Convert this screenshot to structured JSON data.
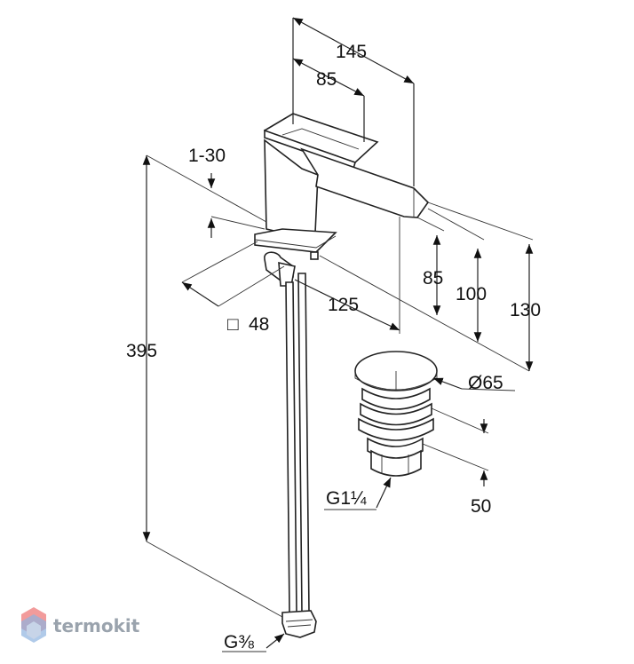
{
  "dimensions": {
    "overall_reach": "145",
    "lever_length": "85",
    "deck_thickness": "1-30",
    "spout_reach": "125",
    "base_size": "48",
    "base_size_symbol": "□",
    "total_length": "395",
    "spout_height": "85",
    "spout_outlet_height": "100",
    "total_height": "130",
    "waste_diameter": "Ø65",
    "waste_height": "50",
    "waste_thread": "G1¼",
    "hose_thread": "G⅜"
  },
  "watermark": {
    "brand": "termokit",
    "logo_colors": [
      "#f29b9b",
      "#8fb3e0",
      "#c7d4e8"
    ]
  },
  "colors": {
    "line": "#222222",
    "background": "#ffffff"
  }
}
